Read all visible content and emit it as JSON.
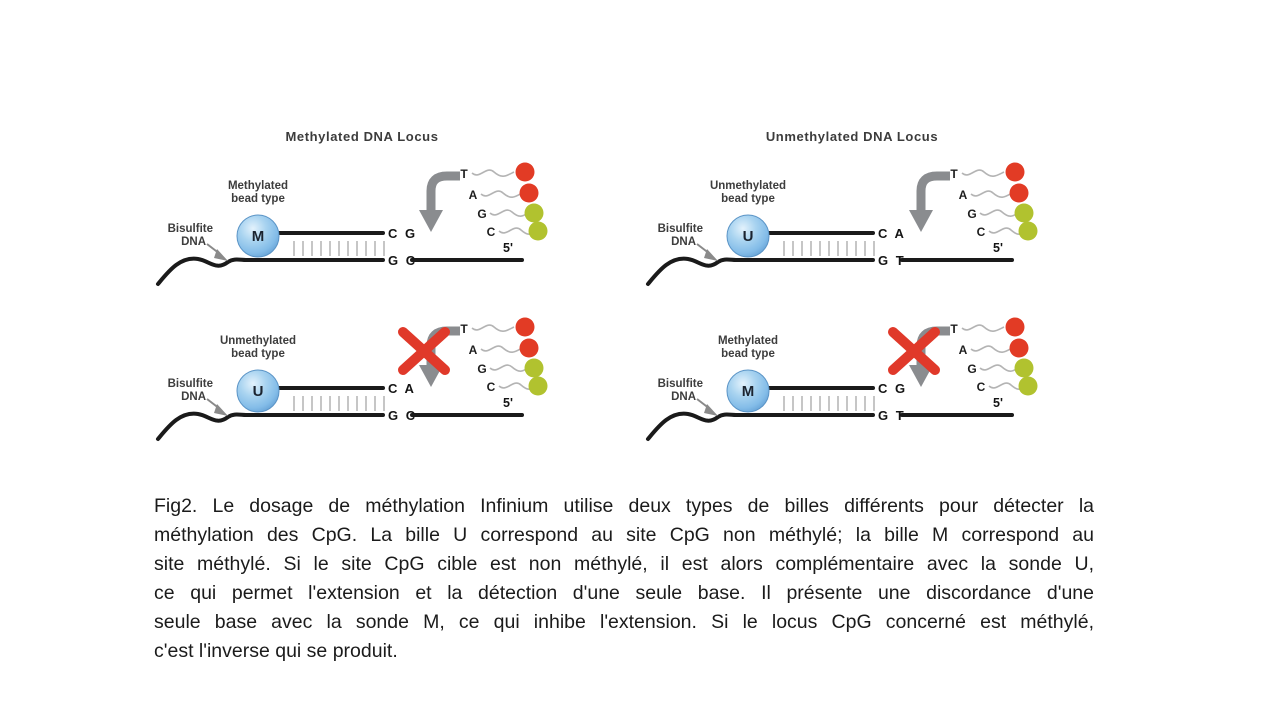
{
  "figure": {
    "colors": {
      "red_dye": "#e23b25",
      "green_dye": "#b1c22f",
      "arrow_gray": "#8a8c8f",
      "blocked_x_red": "#e0392a",
      "bead_blue": "#8fc3ea",
      "strand_black": "#1a1a1a"
    },
    "five_prime_label": "5'",
    "nucleotides": [
      {
        "letter": "T",
        "dye": "#e23b25"
      },
      {
        "letter": "A",
        "dye": "#e23b25"
      },
      {
        "letter": "G",
        "dye": "#b1c22f"
      },
      {
        "letter": "C",
        "dye": "#b1c22f"
      }
    ],
    "panels": [
      {
        "title": "Methylated DNA Locus",
        "bead_label_line1": "Methylated",
        "bead_label_line2": "bead type",
        "bead_letter": "M",
        "dna_label_line1": "Bisulfite",
        "dna_label_line2": "DNA",
        "probe_bases": "C G",
        "target_bases": "G C",
        "extension_blocked": false
      },
      {
        "title": "Unmethylated DNA Locus",
        "bead_label_line1": "Unmethylated",
        "bead_label_line2": "bead type",
        "bead_letter": "U",
        "dna_label_line1": "Bisulfite",
        "dna_label_line2": "DNA",
        "probe_bases": "C A",
        "target_bases": "G T",
        "extension_blocked": false
      },
      {
        "title": "",
        "bead_label_line1": "Unmethylated",
        "bead_label_line2": "bead type",
        "bead_letter": "U",
        "dna_label_line1": "Bisulfite",
        "dna_label_line2": "DNA",
        "probe_bases": "C A",
        "target_bases": "G C",
        "extension_blocked": true
      },
      {
        "title": "",
        "bead_label_line1": "Methylated",
        "bead_label_line2": "bead type",
        "bead_letter": "M",
        "dna_label_line1": "Bisulfite",
        "dna_label_line2": "DNA",
        "probe_bases": "C G",
        "target_bases": "G T",
        "extension_blocked": true
      }
    ]
  },
  "caption": {
    "lines": [
      "Fig2. Le dosage de méthylation Infinium utilise deux types de billes différents pour détecter la",
      "méthylation des CpG. La bille U correspond au site CpG non méthylé; la bille M correspond au",
      "site méthylé. Si le site CpG cible est non méthylé, il est alors complémentaire avec la sonde U,",
      "ce qui permet l'extension et la détection d'une seule base. Il présente une discordance d'une",
      "seule base avec la sonde M, ce qui inhibe l'extension. Si le locus CpG concerné est méthylé,",
      "c'est l'inverse qui se produit."
    ]
  }
}
